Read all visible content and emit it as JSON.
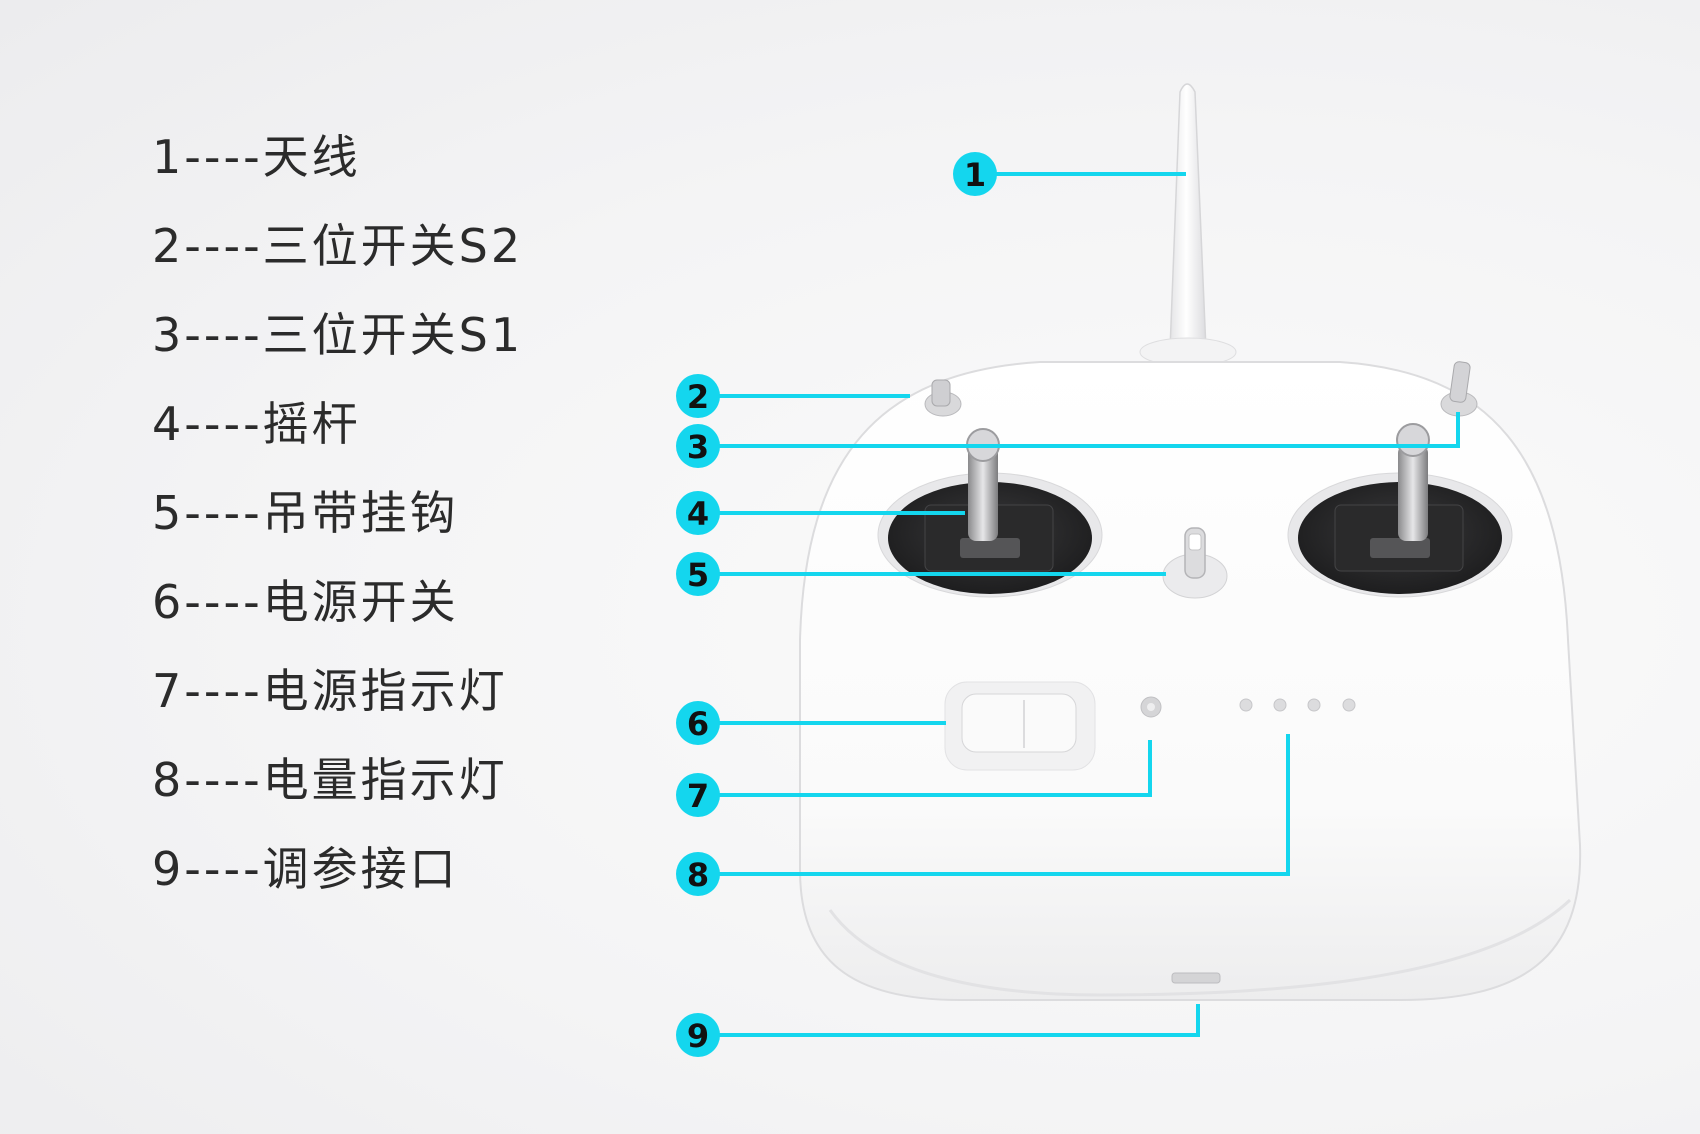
{
  "accent_color": "#14d6ee",
  "legend": [
    {
      "num": "1",
      "text": "1----天线"
    },
    {
      "num": "2",
      "text": "2----三位开关S2"
    },
    {
      "num": "3",
      "text": "3----三位开关S1"
    },
    {
      "num": "4",
      "text": "4----摇杆"
    },
    {
      "num": "5",
      "text": "5----吊带挂钩"
    },
    {
      "num": "6",
      "text": "6----电源开关"
    },
    {
      "num": "7",
      "text": "7----电源指示灯"
    },
    {
      "num": "8",
      "text": "8----电量指示灯"
    },
    {
      "num": "9",
      "text": "9----调参接口"
    }
  ]
}
